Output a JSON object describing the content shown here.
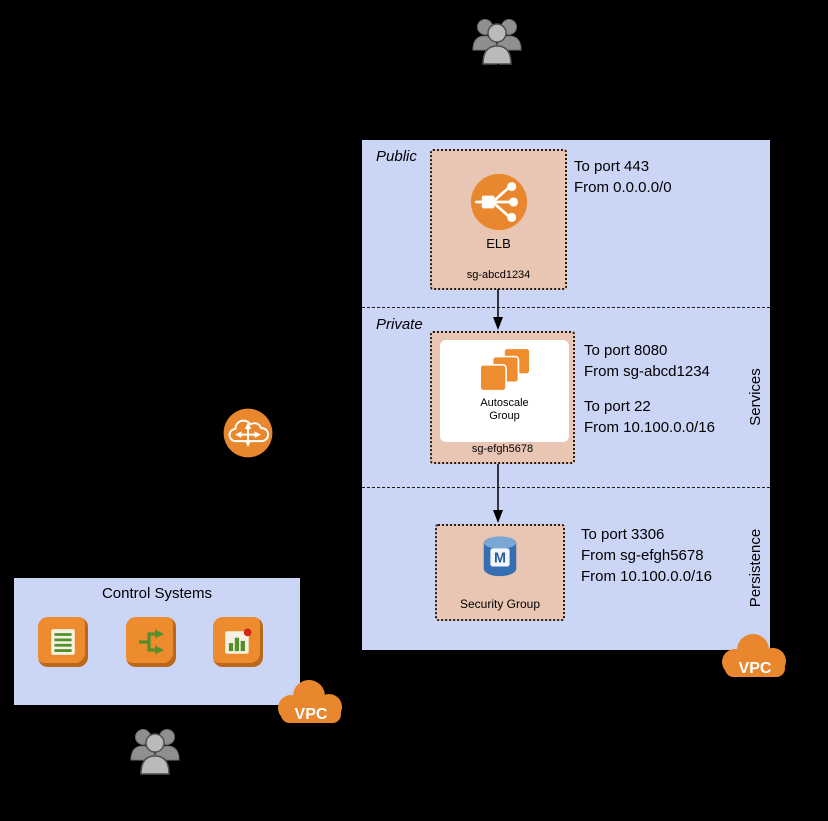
{
  "colors": {
    "vpc_fill": "#cbd5f5",
    "security_group_fill": "#e9c5b3",
    "aws_orange": "#e8872d",
    "database_blue": "#366fb1",
    "alarm_red": "#d62516",
    "users_gray": "#9a9a9a"
  },
  "icons": {
    "top": "users-icon",
    "bottom": "users-icon",
    "left": "vpc-router-icon",
    "elb": "elb-icon",
    "autoscale": "autoscale-stack-icon",
    "database": "database-icon",
    "control": [
      "list-icon",
      "branch-arrows-icon",
      "bar-chart-alarm-icon"
    ],
    "cloud": "vpc-cloud-icon"
  },
  "vpc_right": {
    "badge": "VPC",
    "public_label": "Public",
    "private_label": "Private",
    "services_label": "Services",
    "persistence_label": "Persistence",
    "elb": {
      "name": "ELB",
      "security_group": "sg-abcd1234",
      "rules": [
        "To port 443",
        "From 0.0.0.0/0"
      ]
    },
    "autoscale": {
      "name": "Autoscale Group",
      "security_group": "sg-efgh5678",
      "rules_http": [
        "To port 8080",
        "From sg-abcd1234"
      ],
      "rules_ssh": [
        "To port 22",
        "From 10.100.0.0/16"
      ]
    },
    "database": {
      "name": "Security Group",
      "logo_letter": "M",
      "rules": [
        "To port 3306",
        "From sg-efgh5678",
        "From 10.100.0.0/16"
      ]
    }
  },
  "control_systems": {
    "title": "Control Systems",
    "badge": "VPC"
  }
}
